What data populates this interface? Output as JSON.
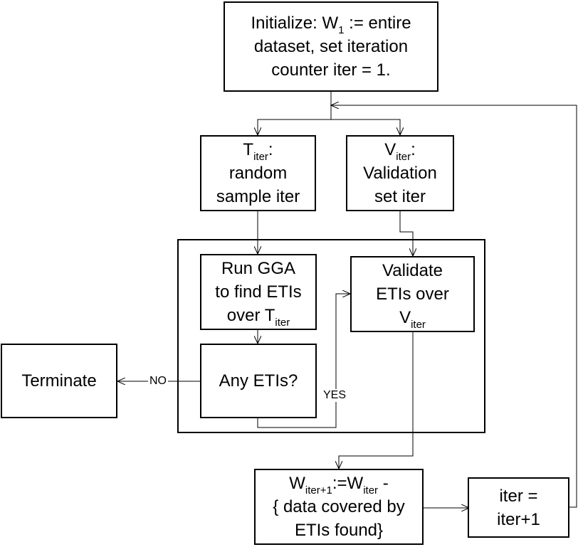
{
  "nodes": {
    "init": {
      "line1_pre": "Initialize: W",
      "line1_sub": "1",
      "line1_post": " := entire",
      "line2": "dataset, set iteration",
      "line3": "counter iter = 1."
    },
    "train": {
      "symbol": "T",
      "sub": "iter",
      "post": ":",
      "line2": "random",
      "line3": "sample iter"
    },
    "valid_set": {
      "symbol": "V",
      "sub": "iter",
      "post": ":",
      "line2": "Validation",
      "line3": "set iter"
    },
    "gga": {
      "line1": "Run GGA",
      "line2": "to find ETIs",
      "line3_pre": "over T",
      "line3_sub": "iter"
    },
    "validate": {
      "line1": "Validate",
      "line2": "ETIs over",
      "line3_pre": "V",
      "line3_sub": "iter"
    },
    "any": {
      "text": "Any ETIs?"
    },
    "terminate": {
      "text": "Terminate"
    },
    "update": {
      "p1": "W",
      "s1": "iter+1",
      "p2": ":=W",
      "s2": "iter",
      "p3": " -",
      "line2": "{ data covered by",
      "line3": "ETIs found}"
    },
    "increment": {
      "line1": "iter =",
      "line2": "iter+1"
    }
  },
  "edge_labels": {
    "no": "NO",
    "yes": "YES"
  }
}
